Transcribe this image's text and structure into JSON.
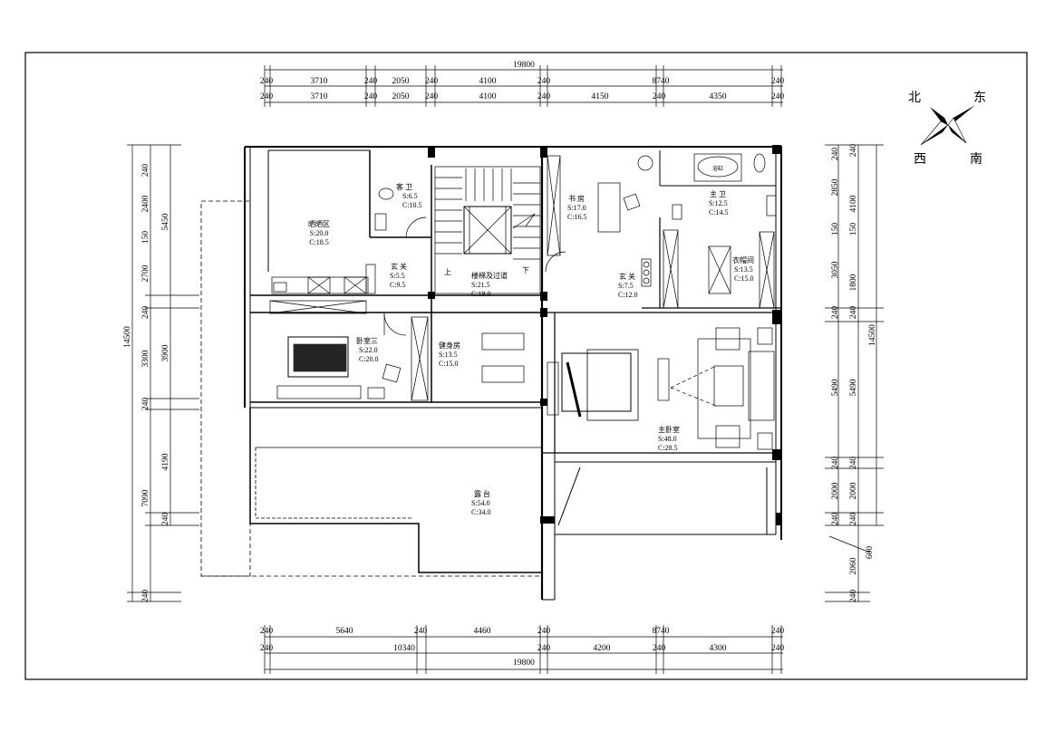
{
  "compass": {
    "north": "北",
    "east": "东",
    "west": "西",
    "south": "南"
  },
  "dims": {
    "top_total": "19800",
    "top_row1": [
      "240",
      "3710",
      "240",
      "2050",
      "240",
      "4100",
      "240",
      "8740",
      "240"
    ],
    "top_row2": [
      "240",
      "3710",
      "240",
      "2050",
      "240",
      "4100",
      "240",
      "4150",
      "240",
      "4350",
      "240"
    ],
    "bottom_row1": [
      "240",
      "5640",
      "240",
      "4460",
      "240",
      "8740",
      "240"
    ],
    "bottom_row2": [
      "240",
      "10340",
      "240",
      "4200",
      "240",
      "4300",
      "240"
    ],
    "bottom_total": "19800",
    "left_outer": [
      "240",
      "2400",
      "150",
      "2700",
      "240",
      "3300",
      "240",
      "4190",
      "240",
      "240"
    ],
    "left_mid": [
      "5450",
      "3900",
      "7090"
    ],
    "left_total": "14500",
    "right_inner": [
      "240",
      "2850",
      "150",
      "3050",
      "240",
      "5490",
      "240",
      "2000",
      "240",
      "2060"
    ],
    "right_outer": [
      "240",
      "4100",
      "150",
      "1800",
      "240",
      "5490",
      "240",
      "2000",
      "240",
      "240"
    ],
    "right_total": "14500",
    "right_extra": "600"
  },
  "rooms": {
    "sun": {
      "name": "晒晒区",
      "s": "S:20.0",
      "c": "C:18.5"
    },
    "guest_bath": {
      "name": "客 卫",
      "s": "S:6.5",
      "c": "C:10.5"
    },
    "foyer_left": {
      "name": "玄 关",
      "s": "S:5.5",
      "c": "C:9.5"
    },
    "stairs": {
      "name": "楼梯及过道",
      "s": "S:21.5",
      "c": "C:19.0",
      "up": "上",
      "down": "下"
    },
    "study": {
      "name": "书 房",
      "s": "S:17.0",
      "c": "C:16.5"
    },
    "foyer_right": {
      "name": "玄 关",
      "s": "S:7.5",
      "c": "C:12.0"
    },
    "master_bath": {
      "name": "主 卫",
      "s": "S:12.5",
      "c": "C:14.5",
      "tub": "浴缸"
    },
    "closet": {
      "name": "衣帽间",
      "s": "S:13.5",
      "c": "C:15.0"
    },
    "bedroom3": {
      "name": "卧室三",
      "s": "S:22.0",
      "c": "C:20.0"
    },
    "gym": {
      "name": "健身房",
      "s": "S:13.5",
      "c": "C:15.0"
    },
    "master_bed": {
      "name": "主卧室",
      "s": "S:48.0",
      "c": "C:28.5"
    },
    "terrace": {
      "name": "露 台",
      "s": "S:54.0",
      "c": "C:34.0"
    }
  }
}
